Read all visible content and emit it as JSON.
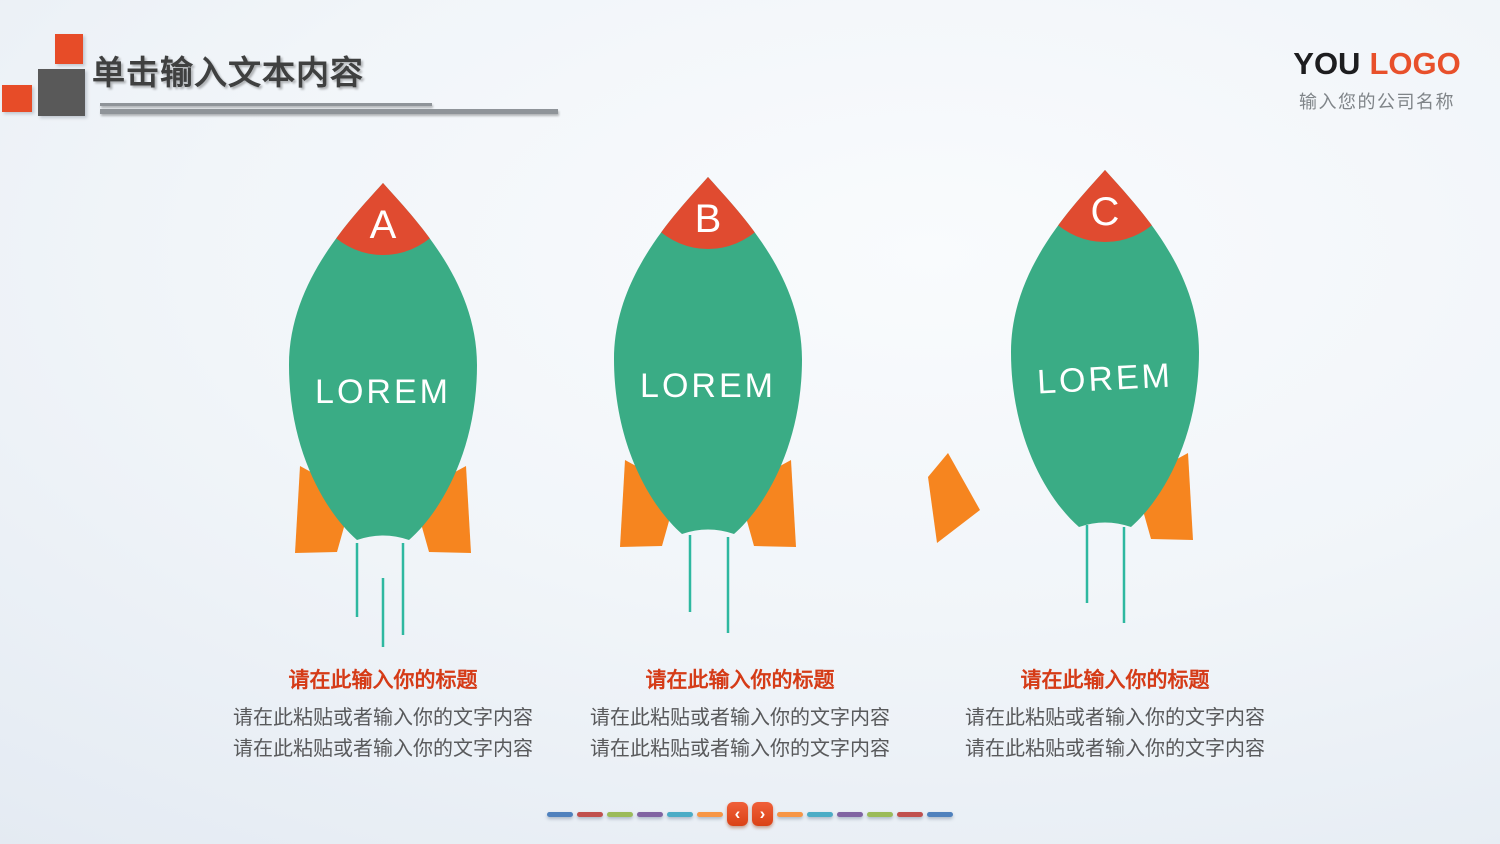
{
  "slide": {
    "header": {
      "title": "单击输入文本内容",
      "logo_you": "YOU",
      "logo_logo": "LOGO",
      "logo_subtitle": "输入您的公司名称"
    },
    "rockets": [
      {
        "letter": "A",
        "label": "LOREM"
      },
      {
        "letter": "B",
        "label": "LOREM"
      },
      {
        "letter": "C",
        "label": "LOREM"
      }
    ],
    "blocks": [
      {
        "title": "请在此输入你的标题",
        "line1": "请在此粘贴或者输入你的文字内容",
        "line2": "请在此粘贴或者输入你的文字内容"
      },
      {
        "title": "请在此输入你的标题",
        "line1": "请在此粘贴或者输入你的文字内容",
        "line2": "请在此粘贴或者输入你的文字内容"
      },
      {
        "title": "请在此输入你的标题",
        "line1": "请在此粘贴或者输入你的文字内容",
        "line2": "请在此粘贴或者输入你的文字内容"
      }
    ],
    "footer": {
      "dash_colors": [
        "#4f81bd",
        "#c0504d",
        "#9bbb59",
        "#8064a2",
        "#4bacc6",
        "#f79646",
        "#f79646",
        "#4bacc6",
        "#8064a2",
        "#9bbb59",
        "#c0504d",
        "#4f81bd"
      ],
      "prev_label": "‹",
      "next_label": "›"
    },
    "colors": {
      "rocket_body": "#3aac85",
      "rocket_nose": "#e04b30",
      "rocket_fin": "#f6851f",
      "flame": "#2eb8a0",
      "accent_orange": "#e74c28",
      "block_title_red": "#d53b17",
      "body_text_gray": "#58595b",
      "title_gray": "#3f4040"
    }
  }
}
